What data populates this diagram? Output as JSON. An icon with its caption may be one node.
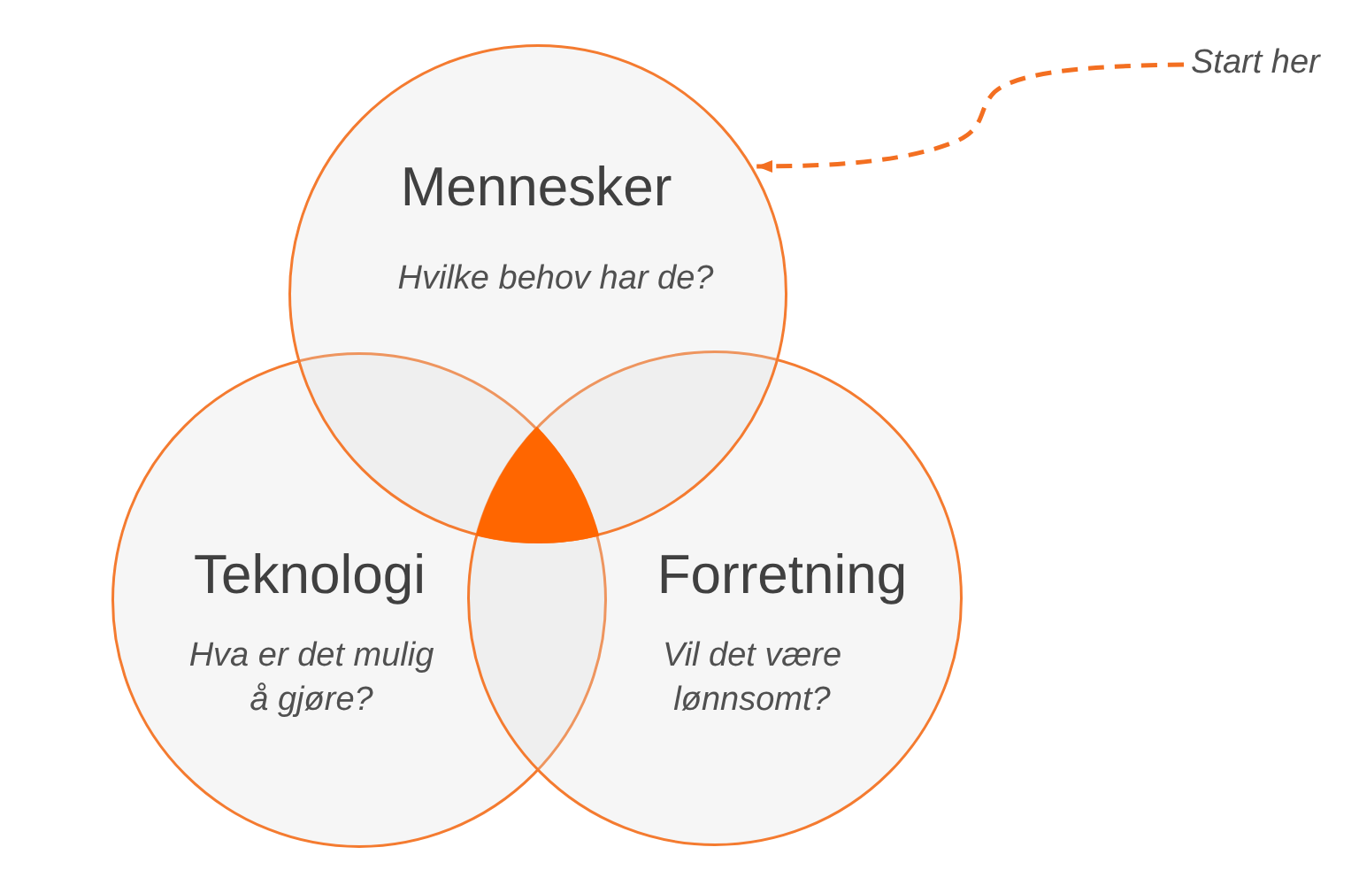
{
  "diagram": {
    "nodes": [
      {
        "text": [
          "Mennesker",
          "Hvilke behov har de?"
        ]
      },
      {
        "text": [
          "Start her"
        ]
      },
      {
        "text": [
          "Teknologi",
          "Hva er det mulig å gjøre?"
        ]
      },
      {
        "text": [
          "Forretning",
          "Vil det være lønnsomt?"
        ]
      },
      {
        "text": [],
        "shape": "triangle"
      }
    ],
    "edges": [
      {
        "from": 1,
        "to": 0,
        "arrow": "to",
        "style": "dashed",
        "color": "#f36f21"
      }
    ]
  }
}
